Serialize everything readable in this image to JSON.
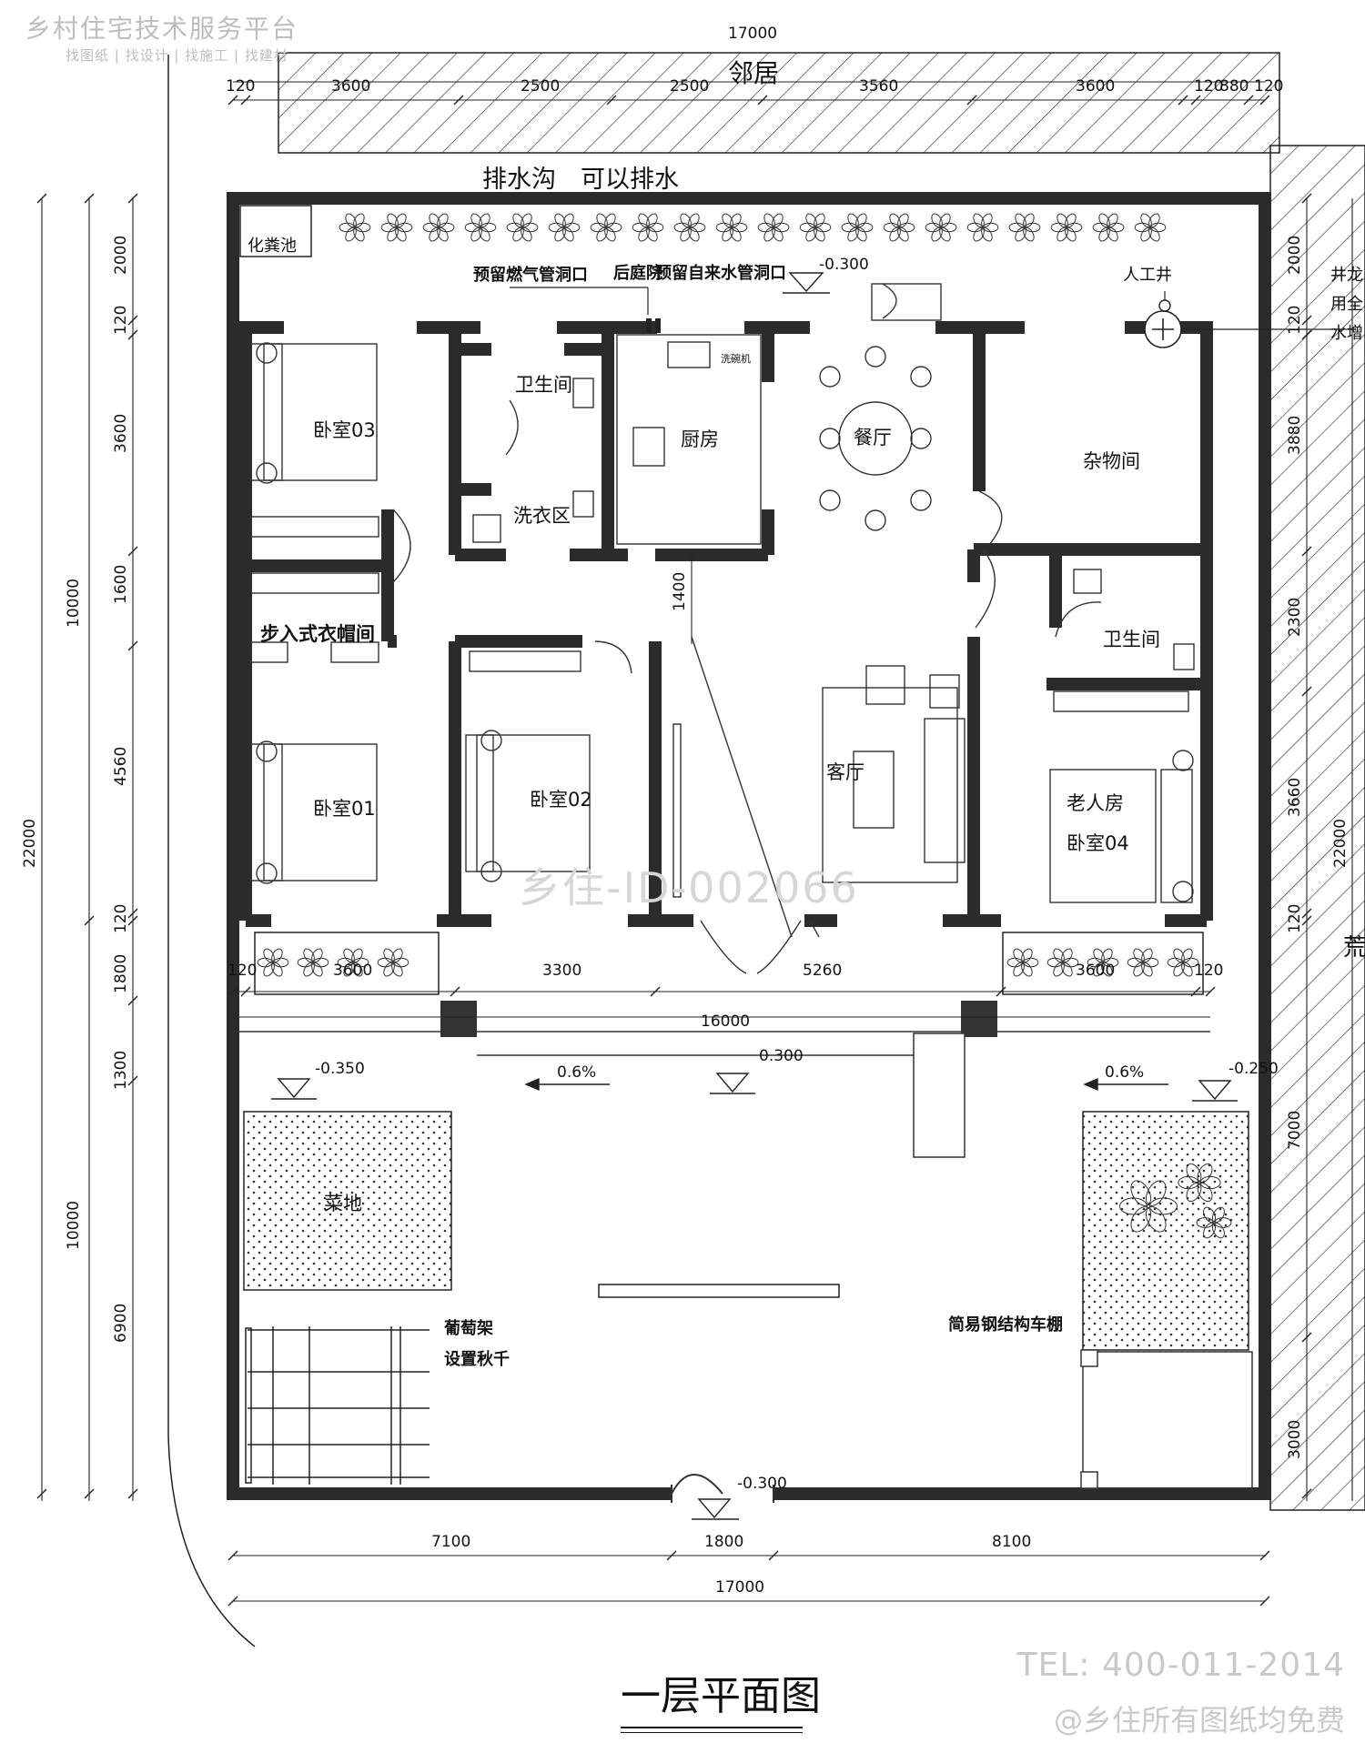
{
  "header": {
    "platform_name": "乡村住宅技术服务平台",
    "platform_tags": "找图纸 | 找设计 | 找施工 | 找建材"
  },
  "title": "一层平面图",
  "watermark": "乡住-ID-002066",
  "footer": {
    "tel": "TEL: 400-011-2014",
    "free_note": "@乡住所有图纸均免费"
  },
  "neighbors": {
    "north": "邻居",
    "east_partial": "荒"
  },
  "notes": {
    "drain": "排水沟　可以排水",
    "septic": "化粪池",
    "gas_pipe": "预留燃气管洞口",
    "back_yard": "后庭院",
    "water_pipe": "预留自来水管洞口",
    "well": "人工井",
    "well_note": [
      "井龙",
      "用全",
      "水增"
    ],
    "grape_trellis": "葡萄架",
    "swing": "设置秋千",
    "carport": "简易钢结构车棚"
  },
  "rooms": {
    "bedroom03": "卧室03",
    "bath_north": "卫生间",
    "laundry": "洗衣区",
    "kitchen": "厨房",
    "dining": "餐厅",
    "storage": "杂物间",
    "walkin": "步入式衣帽间",
    "bath_east": "卫生间",
    "bedroom01": "卧室01",
    "bedroom02": "卧室02",
    "living": "客厅",
    "elder": "老人房",
    "bedroom04": "卧室04",
    "garden": "菜地"
  },
  "fixtures": {
    "dishwasher": "洗碗机"
  },
  "levels": {
    "back": "-0.300",
    "front_left": "-0.350",
    "front_mid": "0.300",
    "front_right": "-0.250",
    "gate": "-0.300"
  },
  "slopes": {
    "left": "0.6%",
    "right": "0.6%"
  },
  "dims": {
    "top_total": "17000",
    "top_segments": [
      "120",
      "3600",
      "2500",
      "2500",
      "3560",
      "3600",
      "120",
      "880",
      "120"
    ],
    "porch": [
      "120",
      "3600",
      "3300",
      "5260",
      "3600",
      "120"
    ],
    "house_width": "16000",
    "bottom_segments": [
      "7100",
      "1800",
      "8100"
    ],
    "bottom_total": "17000",
    "left_outer": [
      "10000",
      "22000",
      "10000"
    ],
    "left_inner": [
      "2000",
      "120",
      "3600",
      "1600",
      "4560",
      "120",
      "1800",
      "1300",
      "6900"
    ],
    "right": [
      "2000",
      "120",
      "3880",
      "2300",
      "3660",
      "22000",
      "120",
      "7000",
      "3000"
    ],
    "corridor": "1400"
  }
}
